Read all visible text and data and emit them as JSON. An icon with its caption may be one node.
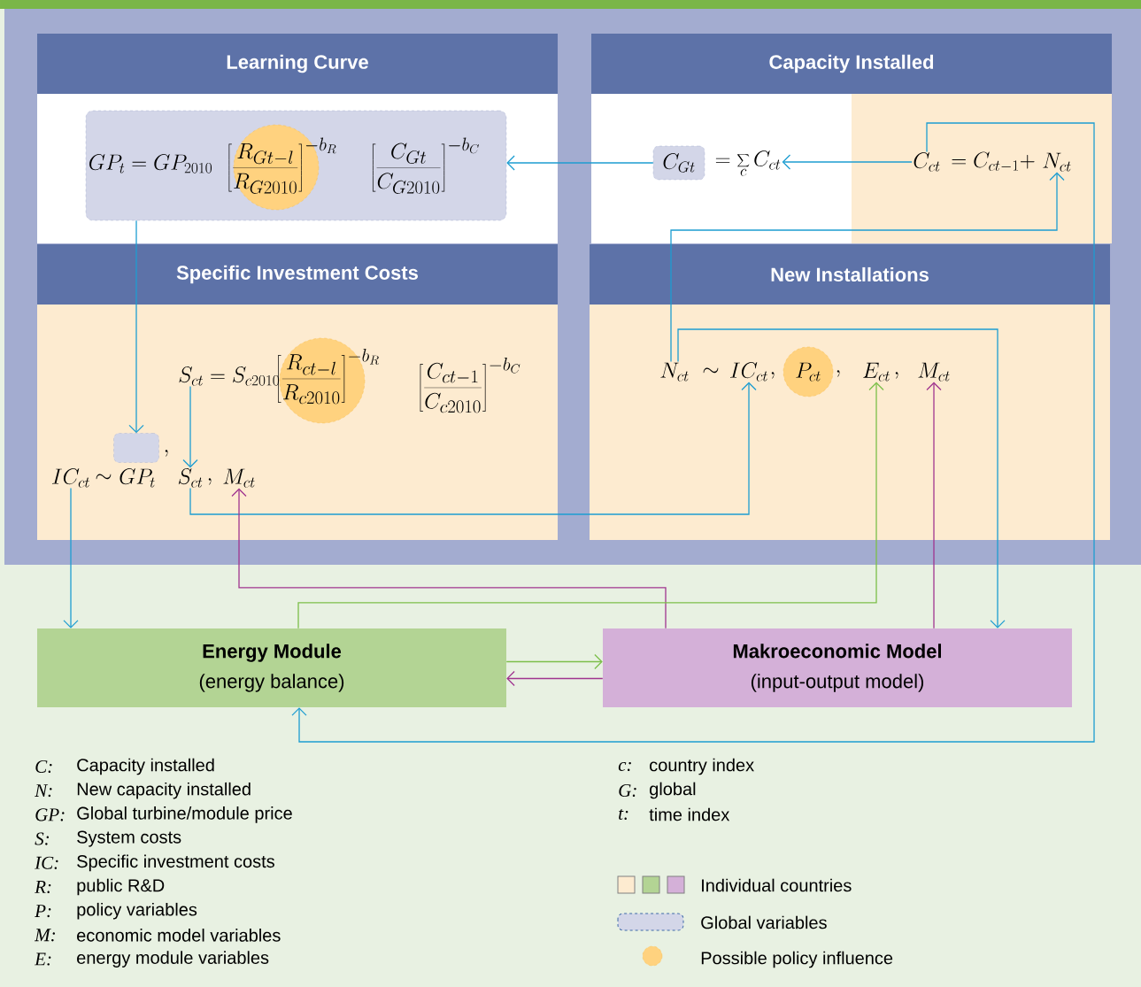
{
  "diagram": {
    "nodes": [
      {
        "text": [
          "Learning Curve"
        ]
      },
      {
        "text": [
          "Capacity Installed"
        ]
      },
      {
        "text": [
          "Specific Investment Costs"
        ]
      },
      {
        "text": [
          "New Installations"
        ]
      },
      {
        "text": [
          "GP_t = GP_{2010}",
          "\\left[\\frac{R_{Gt-l}}{R_{G2010}}\\right]^{-b_R}",
          "\\left[\\frac{C_{Gt}}{C_{G2010}}\\right]^{-b_C}"
        ],
        "in": 0
      },
      {
        "text": [
          "C_{Gt}"
        ],
        "in": 1
      },
      {
        "text": [
          "= \\sum_c C_{ct}"
        ],
        "in": 1
      },
      {
        "text": [
          "C_{ct}"
        ],
        "in": 1
      },
      {
        "text": [
          "N_{ct}"
        ],
        "in": 1
      },
      {
        "text": [
          "S_{ct} = S_{c2010}",
          "\\left[\\frac{R_{ct-l}}{R_{c2010}}\\right]^{-b_R}",
          "\\left[\\frac{C_{ct-1}}{C_{c2010}}\\right]^{-b_C}"
        ],
        "in": 2
      },
      {
        "text": [],
        "shape": "box",
        "in": 2
      },
      {
        "text": [
          "IC_{ct}"
        ],
        "in": 2
      },
      {
        "text": [
          "S_{ct}"
        ],
        "in": 2
      },
      {
        "text": [
          "M_{ct}"
        ],
        "in": 2
      },
      {
        "text": [
          "N_{ct}"
        ],
        "in": 3
      },
      {
        "text": [
          "IC_{ct}"
        ],
        "in": 3
      },
      {
        "text": [
          "P_{ct}"
        ],
        "in": 3
      },
      {
        "text": [
          "E_{ct}"
        ],
        "in": 3
      },
      {
        "text": [
          "M_{ct}"
        ],
        "in": 3
      },
      {
        "text": [
          "Energy Module",
          "(energy balance)"
        ]
      },
      {
        "text": [
          "Makroeconomic Model",
          "(input-output model)"
        ]
      }
    ],
    "edges": [
      {
        "from": 5,
        "to": 4,
        "arrow": "to"
      },
      {
        "from": 7,
        "to": 6,
        "arrow": "to"
      },
      {
        "from": 7,
        "to": 19,
        "arrow": "to"
      },
      {
        "from": 14,
        "to": 8,
        "arrow": "to"
      },
      {
        "from": 14,
        "to": 20,
        "arrow": "to"
      },
      {
        "from": 4,
        "to": 10,
        "arrow": "to"
      },
      {
        "from": 9,
        "to": 12,
        "arrow": "to"
      },
      {
        "from": 12,
        "to": 15,
        "arrow": "to"
      },
      {
        "from": 11,
        "to": 19,
        "arrow": "to"
      },
      {
        "from": 20,
        "to": 13,
        "arrow": "to",
        "color": "#a0358f"
      },
      {
        "from": 19,
        "to": 17,
        "arrow": "to",
        "color": "#7cbf4a"
      },
      {
        "from": 20,
        "to": 18,
        "arrow": "to",
        "color": "#a0358f"
      },
      {
        "from": 19,
        "to": 20,
        "arrow": "to",
        "color": "#7cbf4a"
      },
      {
        "from": 20,
        "to": 19,
        "arrow": "to",
        "color": "#a0358f"
      }
    ],
    "labels": [
      "= C_{ct-1} +",
      "\\sim",
      ",",
      ",",
      ",",
      ",",
      "\\sim",
      "GP_t",
      ",",
      "C:",
      "Capacity installed",
      "N:",
      "New capacity installed",
      "GP:",
      "Global turbine/module price",
      "S:",
      "System costs",
      "IC:",
      "Specific investment costs",
      "R:",
      "public R&D",
      "P:",
      "policy variables",
      "M:",
      "economic model variables",
      "E:",
      "energy module variables",
      "c:",
      "country index",
      "G:",
      "global",
      "t:",
      "time index"
    ],
    "legend": [
      {
        "text": "Individual countries",
        "color": "#fdebd0"
      },
      {
        "text": "Global variables"
      },
      {
        "text": "Possible policy influence"
      }
    ]
  }
}
